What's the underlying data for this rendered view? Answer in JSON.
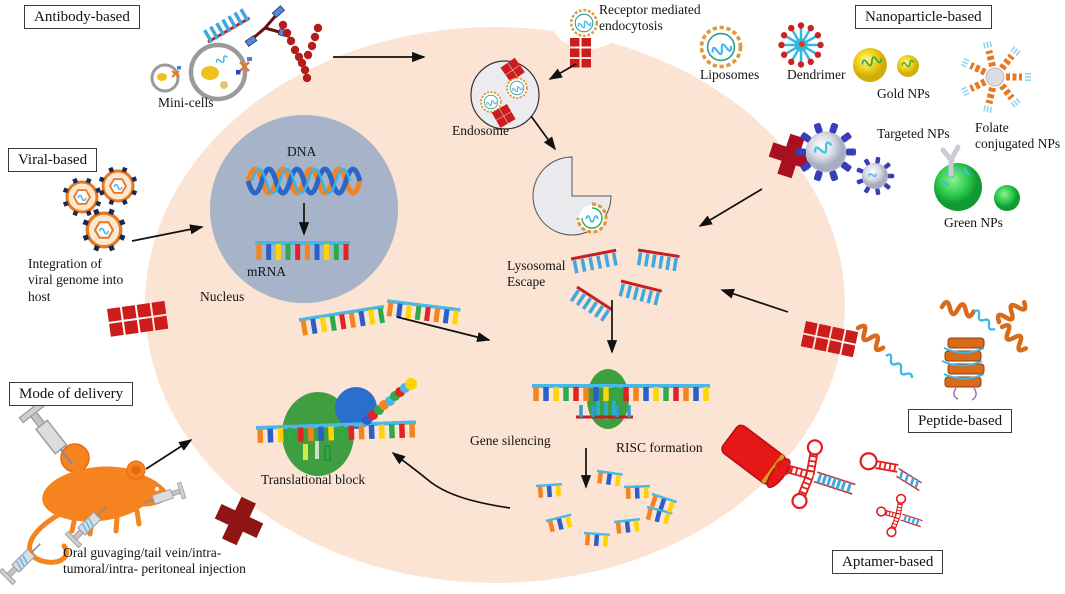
{
  "section_boxes": {
    "antibody": "Antibody-based",
    "nanoparticle": "Nanoparticle-based",
    "viral": "Viral-based",
    "mode_of_delivery": "Mode of delivery",
    "peptide": "Peptide-based",
    "aptamer": "Aptamer-based"
  },
  "labels": {
    "mini_cells": "Mini-cells",
    "receptor_endocytosis": "Receptor mediated\nendocytosis",
    "liposomes": "Liposomes",
    "dendrimer": "Dendrimer",
    "gold_nps": "Gold NPs",
    "targeted_nps": "Targeted NPs",
    "folate_nps": "Folate\nconjugated NPs",
    "green_nps": "Green NPs",
    "viral_integration": "Integration of\nviral genome into\nhost",
    "nucleus": "Nucleus",
    "dna": "DNA",
    "mrna": "mRNA",
    "endosome": "Endosome",
    "lysosomal_escape": "Lysosomal\nEscape",
    "gene_silencing": "Gene silencing",
    "risc_formation": "RISC formation",
    "translational_block": "Translational block",
    "delivery_modes": "Oral guvaging/tail vein/intra-\ntumoral/intra- peritoneal injection"
  },
  "colors": {
    "cell": "#fce4d4",
    "nucleus": "#a7b3c9",
    "sirna_red": "#c81e1e",
    "sirna_cyan": "#3fa8dc",
    "mrna_line": "#49b8e8",
    "mouse_orange": "#f5831f",
    "risc_green": "#3f9e3f",
    "ribosome_blue": "#2b6fce",
    "carrier_red": "#cc1c1c",
    "cross_dark_red": "#8f1414",
    "gold_np": "#f2d319",
    "green_np": "#2fce52",
    "dendrimer_cyan": "#35b8e0",
    "virus_orange": "#e87722",
    "aptamer_red": "#e02020"
  },
  "icons": [
    "mini-cells-icon",
    "antibody-sirna-icon",
    "virus-icon",
    "carrier-blocks-icon",
    "receptor-endocytosis-icon",
    "endosome-icon",
    "lysosome-icon",
    "liposome-icon",
    "dendrimer-icon",
    "gold-nps-icon",
    "targeted-nps-icon",
    "folate-nps-icon",
    "green-nps-icon",
    "dna-helix-icon",
    "mrna-icon",
    "sirna-duplex-icon",
    "risc-complex-icon",
    "ribosome-icon",
    "protein-chain-icon",
    "mouse-icon",
    "syringe-icon",
    "delivery-cross-icon",
    "peptide-helix-icon",
    "peptide-barrel-icon",
    "aptamer-icon",
    "drug-cylinder-icon"
  ]
}
